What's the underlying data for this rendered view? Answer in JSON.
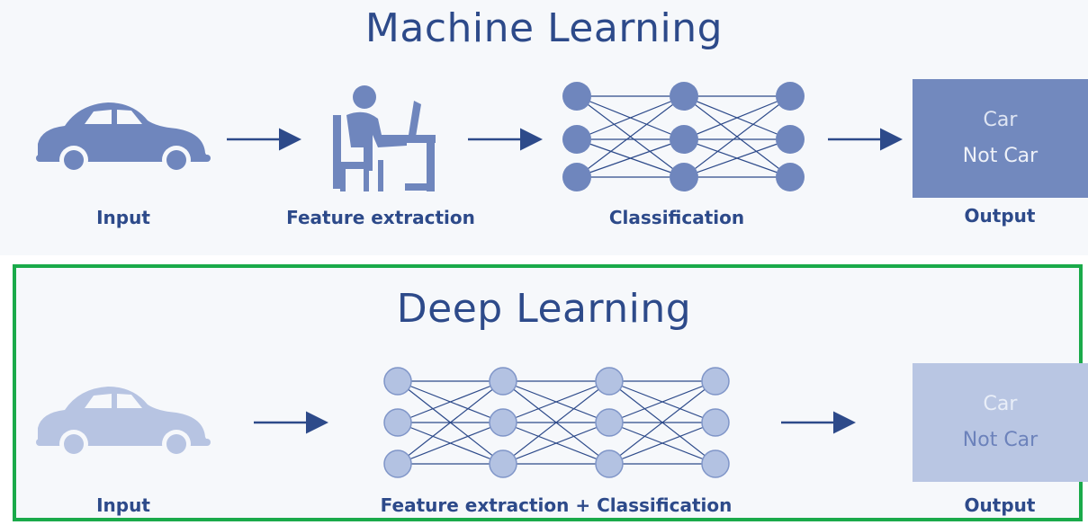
{
  "machine_learning": {
    "title": "Machine Learning",
    "steps": {
      "input": "Input",
      "feature_extraction": "Feature extraction",
      "classification": "Classification",
      "output": "Output"
    },
    "output_box": {
      "car": "Car",
      "not_car": "Not Car"
    }
  },
  "deep_learning": {
    "title": "Deep Learning",
    "steps": {
      "input": "Input",
      "feature_extraction_classification": "Feature extraction + Classification",
      "output": "Output"
    },
    "output_box": {
      "car": "Car",
      "not_car": "Not Car"
    }
  },
  "colors": {
    "title_text": "#2d4a8a",
    "ml_icon": "#6f86bd",
    "dl_icon": "#b7c4e2",
    "dl_node_fill": "#b3c2e2",
    "dl_node_stroke": "#7f95c8",
    "highlight_border": "#1aaa4a"
  }
}
